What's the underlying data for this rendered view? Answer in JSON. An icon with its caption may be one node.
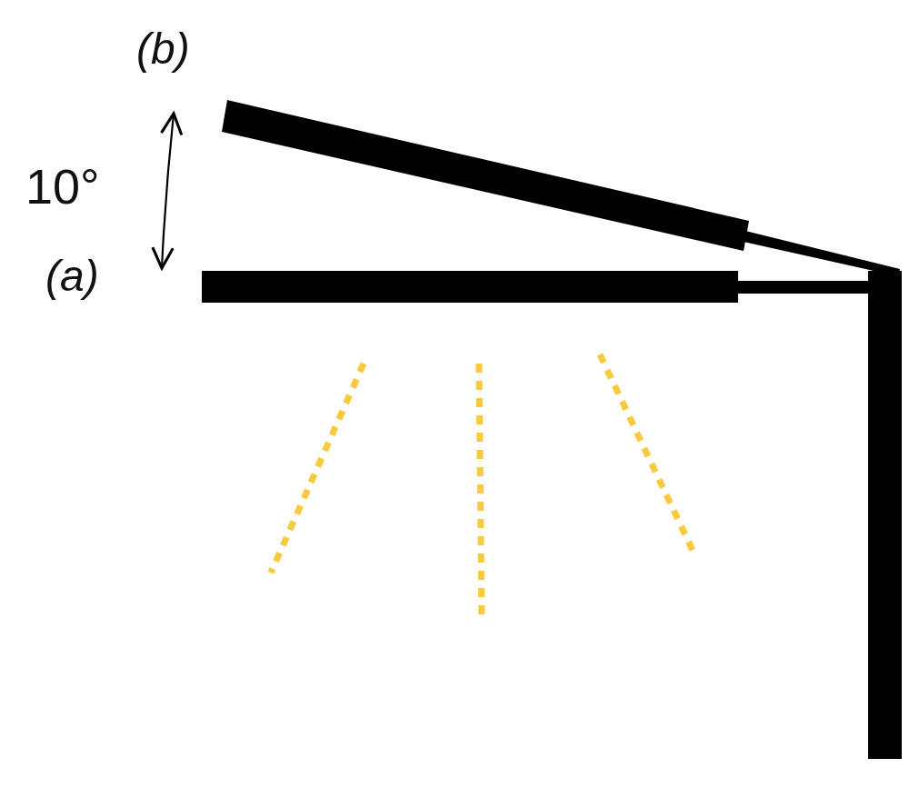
{
  "diagram": {
    "labels": [
      "(b)",
      "10°",
      "(a)"
    ]
  }
}
